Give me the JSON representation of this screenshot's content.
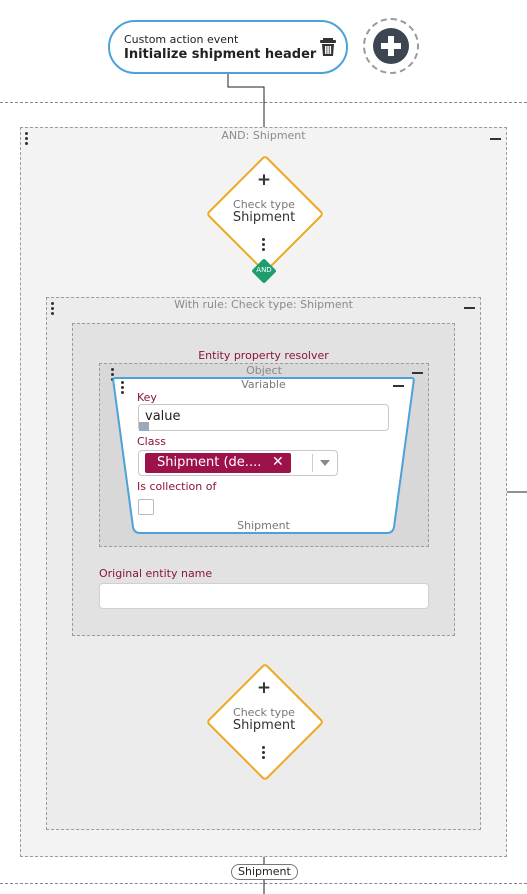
{
  "event": {
    "subtitle": "Custom action event",
    "title": "Initialize shipment header"
  },
  "and_container": {
    "title": "AND: Shipment"
  },
  "check_type_top": {
    "plus": "+",
    "subtitle": "Check type",
    "label": "Shipment"
  },
  "and_badge": "AND",
  "rule_container": {
    "title": "With rule: Check type: Shipment"
  },
  "resolver": {
    "title": "Entity property resolver",
    "object_label": "Object",
    "variable": {
      "title": "Variable",
      "key_label": "Key",
      "key_value": "value",
      "class_label": "Class",
      "class_chip": "Shipment (de....",
      "is_collection_label": "Is collection of",
      "footer": "Shipment"
    },
    "original_entity_name_label": "Original entity name",
    "original_entity_name_value": ""
  },
  "check_type_bottom": {
    "plus": "+",
    "subtitle": "Check type",
    "label": "Shipment"
  },
  "output_badge": "Shipment",
  "colors": {
    "event_border": "#4aa3d8",
    "diamond_border": "#f0a820",
    "and_badge": "#1f9d6e",
    "chip_bg": "#9c1249",
    "field_label": "#8a1538",
    "variable_border": "#4aa3d8"
  },
  "icons": [
    "trash-icon",
    "add-circle-icon",
    "kebab-icon",
    "collapse-icon",
    "chevron-down-icon",
    "close-icon",
    "resize-icon"
  ]
}
